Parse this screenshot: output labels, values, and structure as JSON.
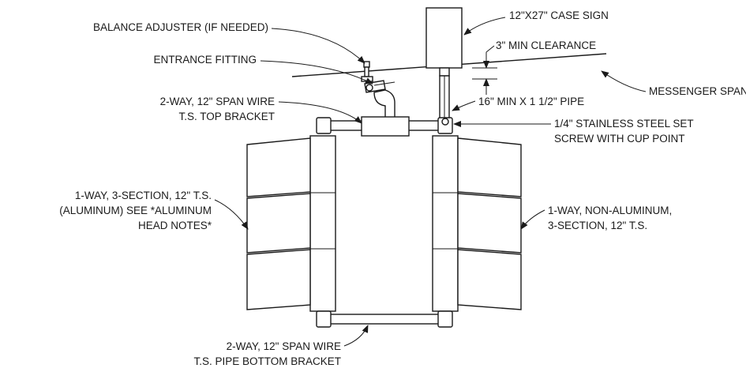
{
  "labels": {
    "balance_adjuster": "BALANCE ADJUSTER (IF NEEDED)",
    "entrance_fitting": "ENTRANCE FITTING",
    "top_bracket_line1": "2-WAY, 12\" SPAN WIRE",
    "top_bracket_line2": "T.S. TOP BRACKET",
    "aluminum_line1": "1-WAY, 3-SECTION, 12\" T.S.",
    "aluminum_line2": "(ALUMINUM) SEE *ALUMINUM",
    "aluminum_line3": "HEAD NOTES*",
    "bottom_bracket_line1": "2-WAY, 12\" SPAN WIRE",
    "bottom_bracket_line2": "T.S. PIPE BOTTOM  BRACKET",
    "case_sign": "12\"X27\" CASE SIGN",
    "min_clearance": "3\" MIN CLEARANCE",
    "messenger_span": "MESSENGER SPAN",
    "pipe": "16\" MIN X 1 1/2\" PIPE",
    "set_screw_line1": "1/4\" STAINLESS STEEL SET",
    "set_screw_line2": "SCREW WITH CUP POINT",
    "non_aluminum_line1": "1-WAY, NON-ALUMINUM,",
    "non_aluminum_line2": "3-SECTION, 12\" T.S."
  }
}
